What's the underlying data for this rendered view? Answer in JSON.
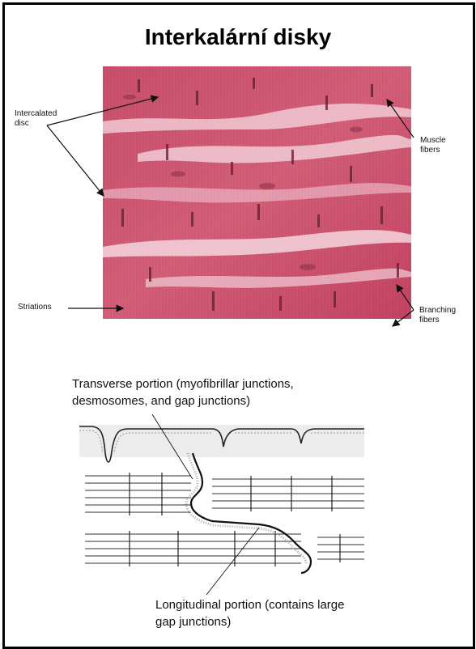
{
  "title": "Interkalární disky",
  "micrograph": {
    "labels": {
      "intercalated_line1": "Intercalated",
      "intercalated_line2": "disc",
      "muscle_line1": "Muscle",
      "muscle_line2": "fibers",
      "striations": "Striations",
      "branching_line1": "Branching",
      "branching_line2": "fibers"
    }
  },
  "schematic": {
    "transverse_line1": "Transverse portion (myofibrillar junctions,",
    "transverse_line2": "desmosomes, and gap junctions)",
    "longitudinal_line1": "Longitudinal portion (contains large",
    "longitudinal_line2": "gap junctions)"
  }
}
